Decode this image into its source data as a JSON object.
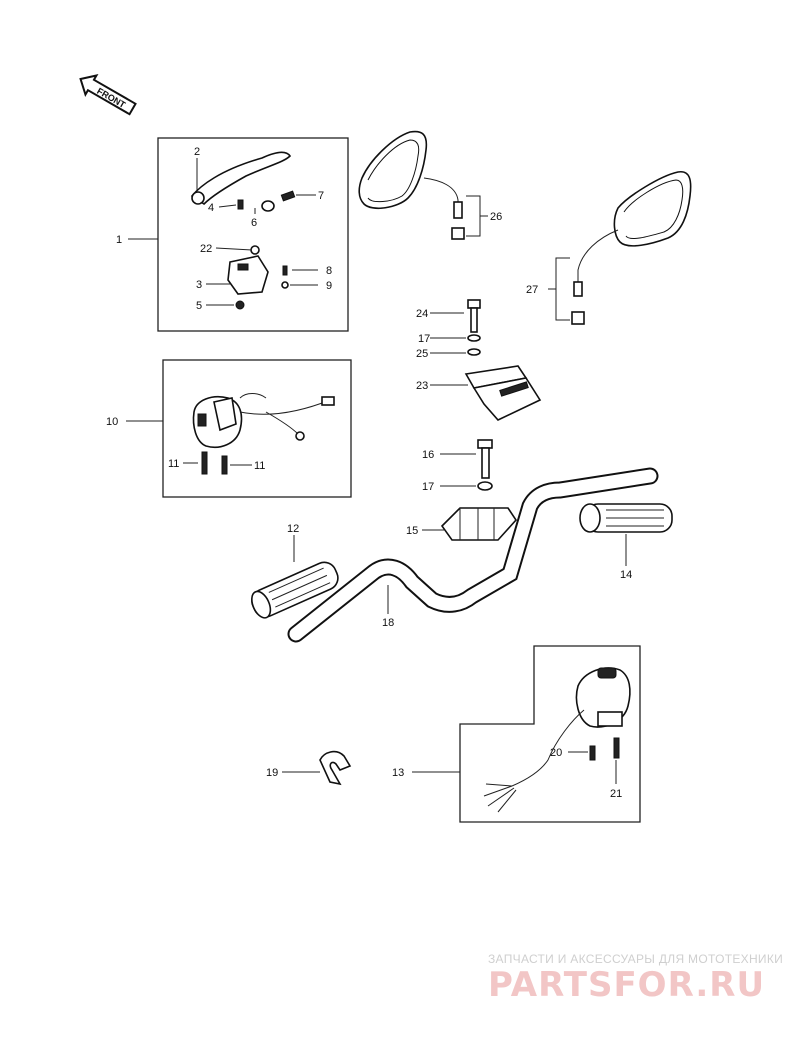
{
  "front_arrow": {
    "label": "FRONT"
  },
  "labels": [
    {
      "id": "p1",
      "text": "1"
    },
    {
      "id": "p2",
      "text": "2"
    },
    {
      "id": "p3",
      "text": "3"
    },
    {
      "id": "p4",
      "text": "4"
    },
    {
      "id": "p5",
      "text": "5"
    },
    {
      "id": "p6",
      "text": "6"
    },
    {
      "id": "p7",
      "text": "7"
    },
    {
      "id": "p8",
      "text": "8"
    },
    {
      "id": "p9",
      "text": "9"
    },
    {
      "id": "p10",
      "text": "10"
    },
    {
      "id": "p11a",
      "text": "11"
    },
    {
      "id": "p11b",
      "text": "11"
    },
    {
      "id": "p12",
      "text": "12"
    },
    {
      "id": "p13",
      "text": "13"
    },
    {
      "id": "p14",
      "text": "14"
    },
    {
      "id": "p15",
      "text": "15"
    },
    {
      "id": "p16",
      "text": "16"
    },
    {
      "id": "p17a",
      "text": "17"
    },
    {
      "id": "p17b",
      "text": "17"
    },
    {
      "id": "p18",
      "text": "18"
    },
    {
      "id": "p19",
      "text": "19"
    },
    {
      "id": "p20",
      "text": "20"
    },
    {
      "id": "p21",
      "text": "21"
    },
    {
      "id": "p22",
      "text": "22"
    },
    {
      "id": "p23",
      "text": "23"
    },
    {
      "id": "p24",
      "text": "24"
    },
    {
      "id": "p25",
      "text": "25"
    },
    {
      "id": "p26",
      "text": "26"
    },
    {
      "id": "p27",
      "text": "27"
    }
  ],
  "watermark": {
    "tagline": "ЗАПЧАСТИ И АКСЕССУАРЫ ДЛЯ МОТОТЕХНИКИ",
    "logo": "PARTSFOR.RU"
  }
}
